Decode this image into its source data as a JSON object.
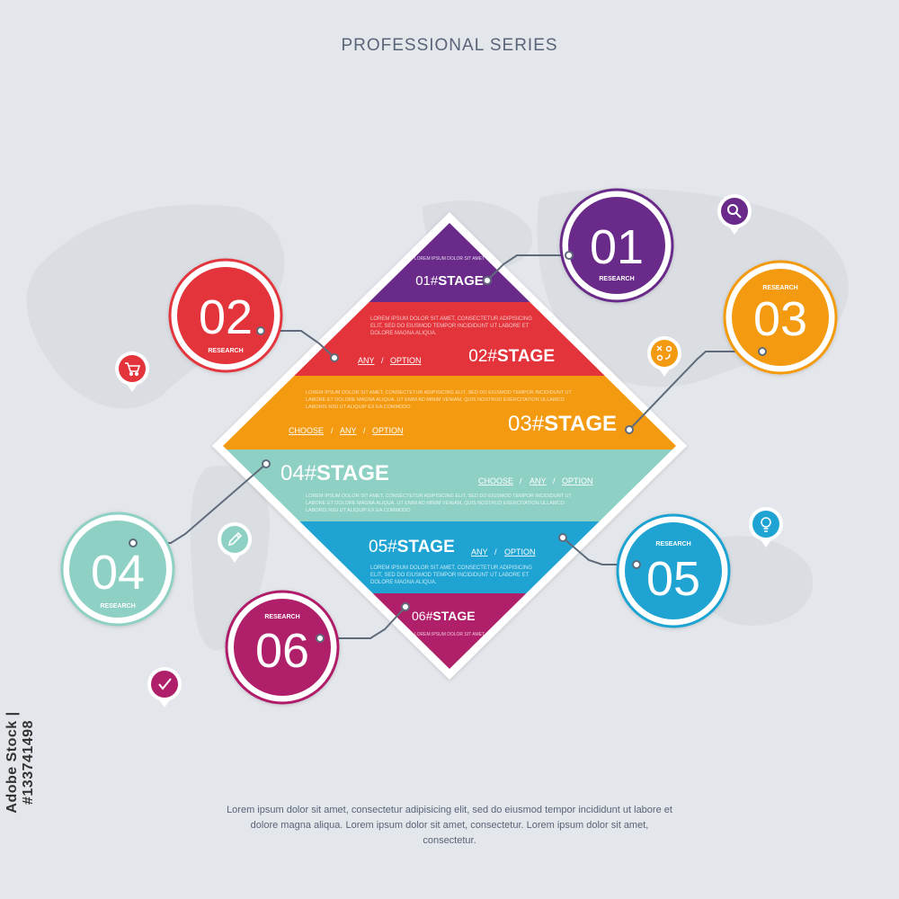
{
  "header": {
    "title": "PROFESSIONAL SERIES"
  },
  "footer": {
    "text": "Lorem ipsum dolor sit amet, consectetur adipisicing elit, sed do eiusmod tempor incididunt ut labore et dolore magna aliqua. Lorem ipsum dolor sit amet, consectetur. Lorem ipsum dolor sit amet, consectetur."
  },
  "side_id": "Adobe Stock | #133741498",
  "watermark_text": "Adobe Stock",
  "filler": {
    "short": "LOREM IPSUM DOLOR SIT AMET",
    "line_a": "LOREM IPSUM DOLOR SIT AMET, CONSECTETUR ADIPISICING",
    "line_b": "ELIT, SED DO EIUSMOD TEMPOR INCIDIDUNT UT LABORE ET",
    "line_c": "DOLORE MAGNA ALIQUA.",
    "wide_a": "LOREM IPSUM DOLOR SIT AMET, CONSECTETUR ADIPISICING ELIT, SED DO EIUSMOD TEMPOR INCIDIDUNT UT",
    "wide_b": "LABORE ET DOLORE MAGNA ALIQUA. UT ENIM AD MINIM VENIAM, QUIS NOSTRUD EXERCITATION ULLAMCO",
    "wide_c": "LABORIS NISI UT ALIQUIP EX EA COMMODO"
  },
  "links": {
    "choose": "CHOOSE",
    "any": "ANY",
    "option": "OPTION",
    "sep": "/"
  },
  "colors": {
    "s1": "#6a2a8a",
    "s2": "#e3343c",
    "s3": "#f39a10",
    "s4": "#8ed1c4",
    "s5": "#1ea3d2",
    "s6": "#b01f6a",
    "connector": "#5f6b7a",
    "background": "#e3e6ea"
  },
  "stages": [
    {
      "num": "01",
      "label": "RESEARCH",
      "prefix": "01#",
      "word": "STAGE",
      "color": "#6a2a8a",
      "text_color": "#ffffff"
    },
    {
      "num": "02",
      "label": "RESEARCH",
      "prefix": "02#",
      "word": "STAGE",
      "color": "#e3343c",
      "text_color": "#ffffff"
    },
    {
      "num": "03",
      "label": "RESEARCH",
      "prefix": "03#",
      "word": "STAGE",
      "color": "#f39a10",
      "text_color": "#ffffff"
    },
    {
      "num": "04",
      "label": "RESEARCH",
      "prefix": "04#",
      "word": "STAGE",
      "color": "#8ed1c4",
      "text_color": "#ffffff"
    },
    {
      "num": "05",
      "label": "RESEARCH",
      "prefix": "05#",
      "word": "STAGE",
      "color": "#1ea3d2",
      "text_color": "#ffffff"
    },
    {
      "num": "06",
      "label": "RESEARCH",
      "prefix": "06#",
      "word": "STAGE",
      "color": "#b01f6a",
      "text_color": "#ffffff"
    }
  ],
  "pins": [
    {
      "icon": "search-icon",
      "color": "#6a2a8a"
    },
    {
      "icon": "cart-icon",
      "color": "#e3343c"
    },
    {
      "icon": "strategy-icon",
      "color": "#f39a10"
    },
    {
      "icon": "pencil-icon",
      "color": "#8ed1c4"
    },
    {
      "icon": "lightbulb-icon",
      "color": "#1ea3d2"
    },
    {
      "icon": "checkmark-icon",
      "color": "#b01f6a"
    }
  ]
}
